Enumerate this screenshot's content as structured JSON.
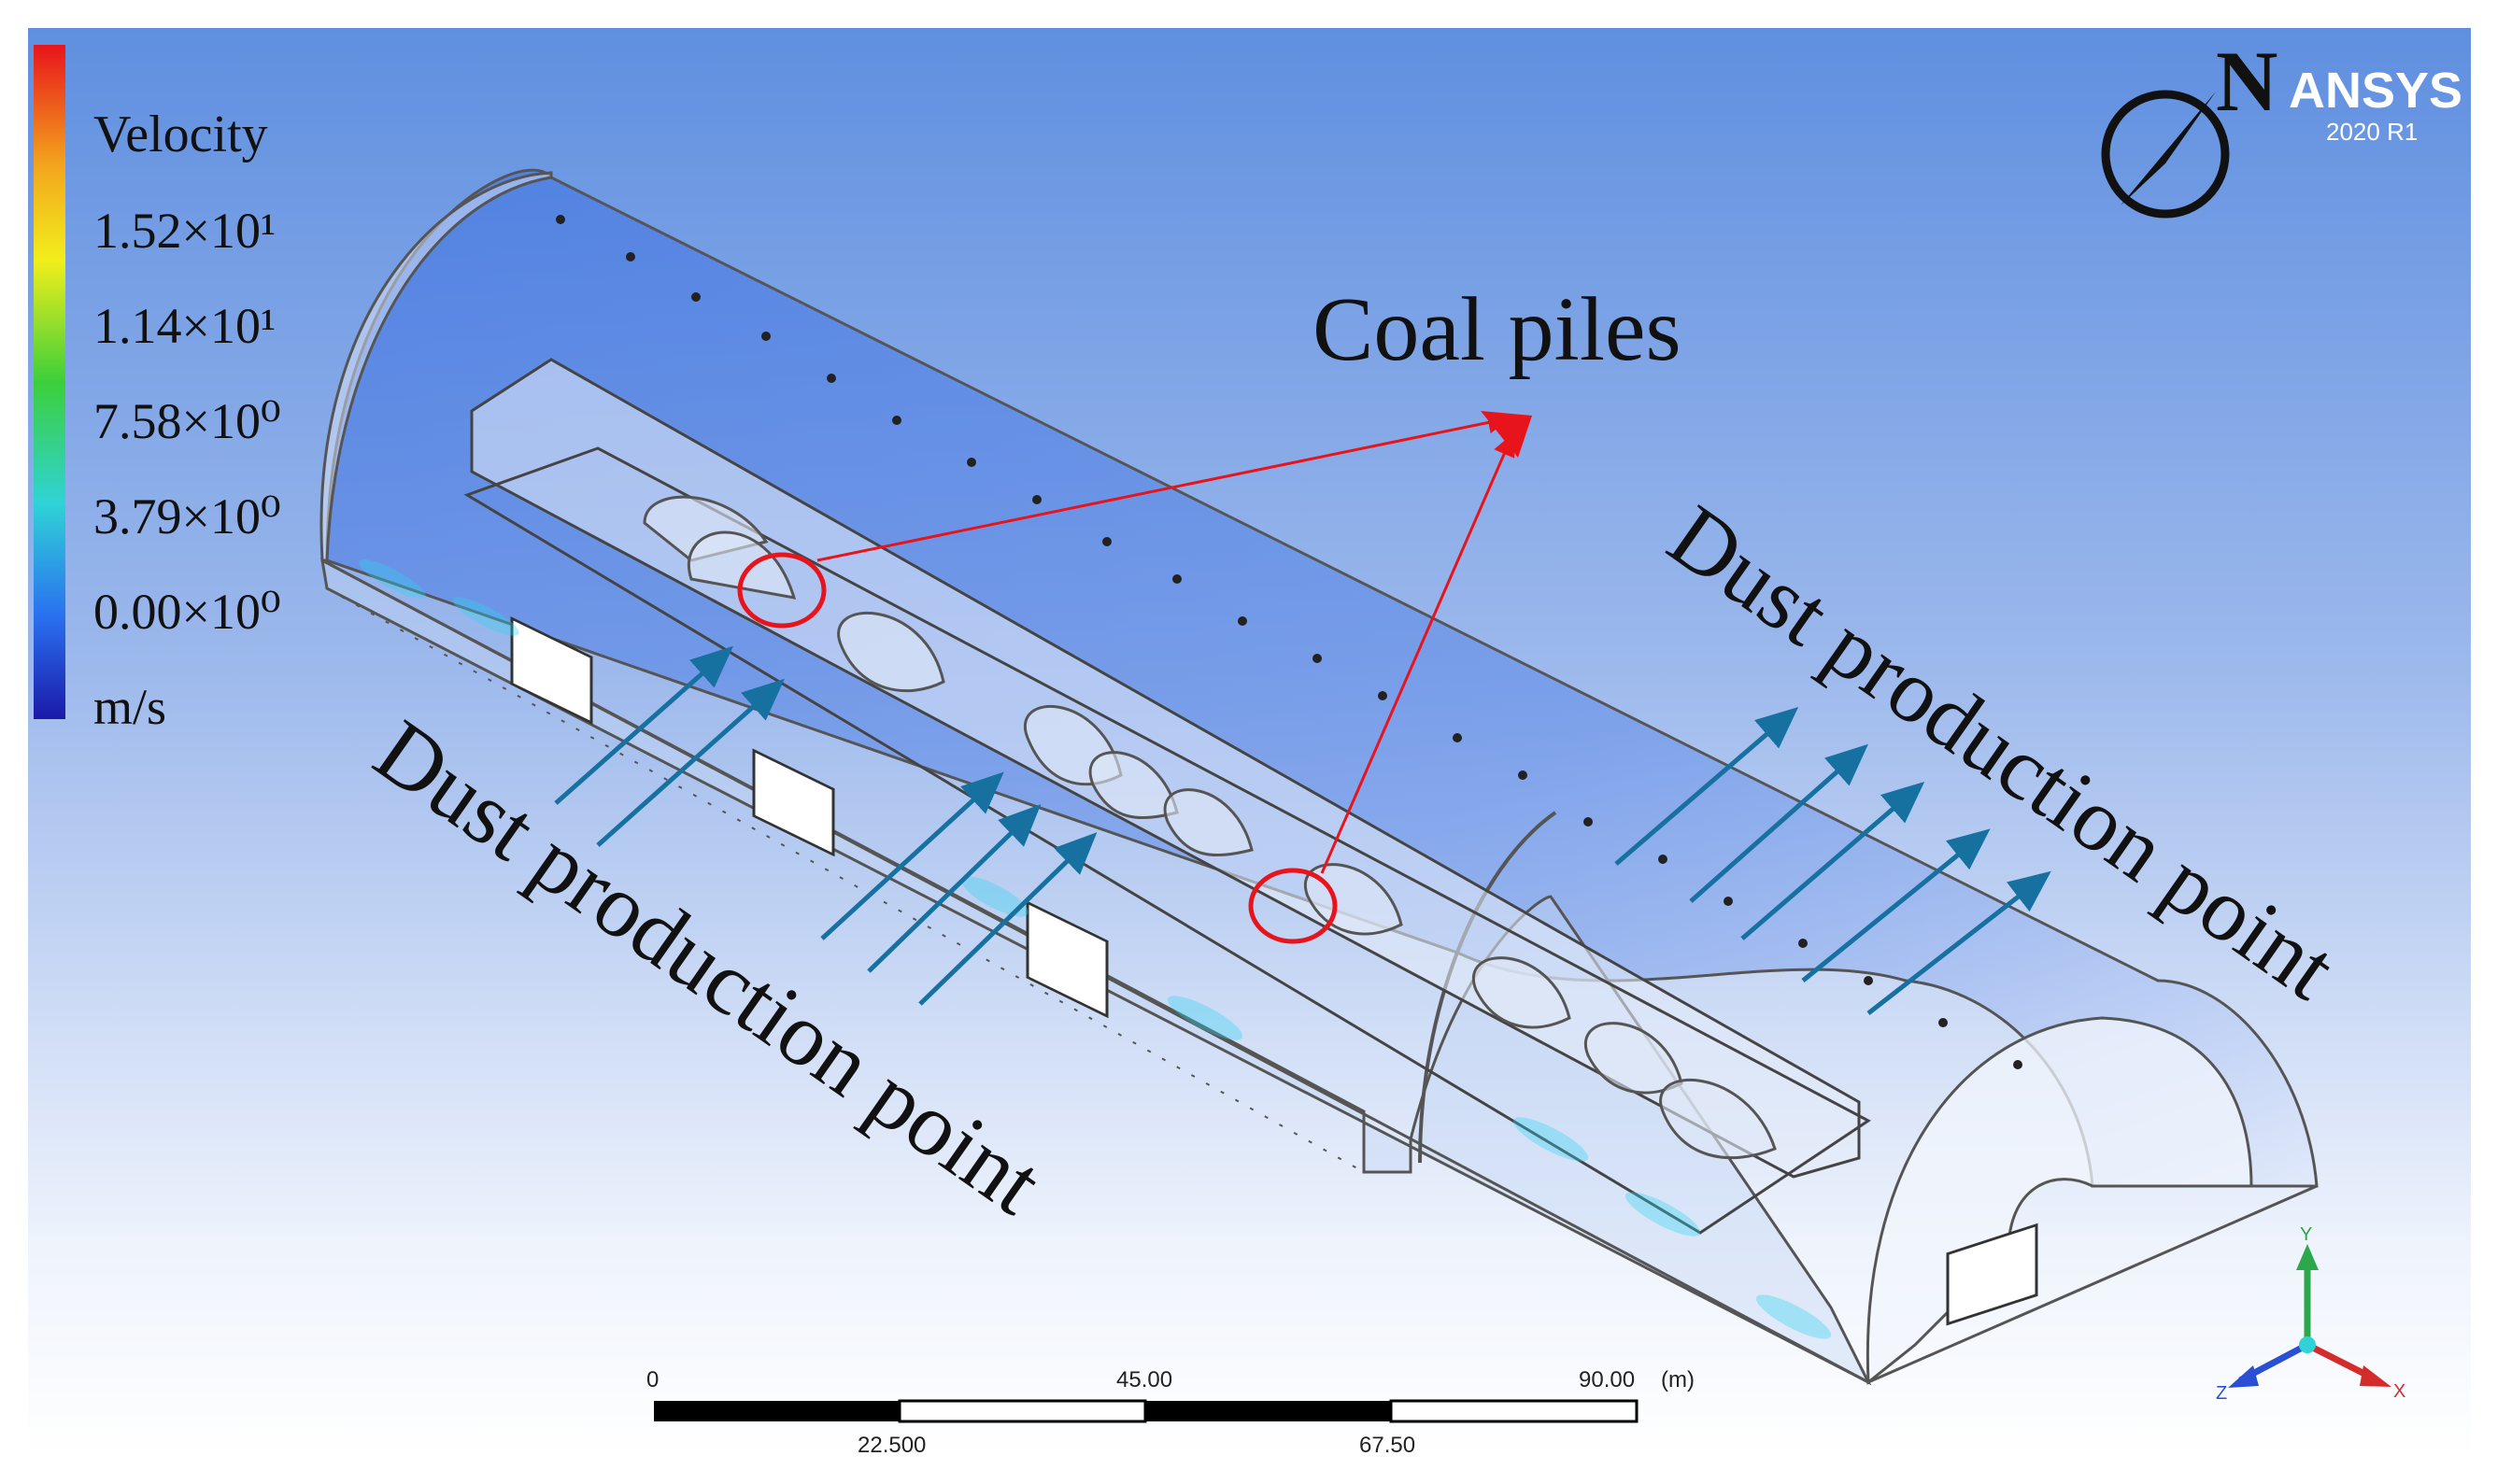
{
  "legend": {
    "title": "Velocity",
    "ticks": [
      "1.52×10¹",
      "1.14×10¹",
      "7.58×10⁰",
      "3.79×10⁰",
      "0.00×10⁰"
    ],
    "unit": "m/s"
  },
  "branding": {
    "north_letter": "N",
    "software": "ANSYS",
    "version": "2020 R1"
  },
  "annotations": {
    "coal_piles": "Coal piles",
    "dust_left": "Dust production point",
    "dust_right": "Dust production point"
  },
  "scale_bar": {
    "top_labels": [
      "0",
      "45.00",
      "90.00",
      "(m)"
    ],
    "bottom_labels": [
      "22.500",
      "67.50"
    ]
  },
  "triad": {
    "y": "Y",
    "x": "X",
    "z": "Z"
  },
  "colors": {
    "background_top": "#5f8fe0",
    "background_bottom": "#ffffff",
    "arrow": "#1670a0",
    "callout": "#e8141b",
    "triad_y": "#2aa84a",
    "triad_x": "#d42b2b",
    "triad_z": "#2a4fd4"
  }
}
